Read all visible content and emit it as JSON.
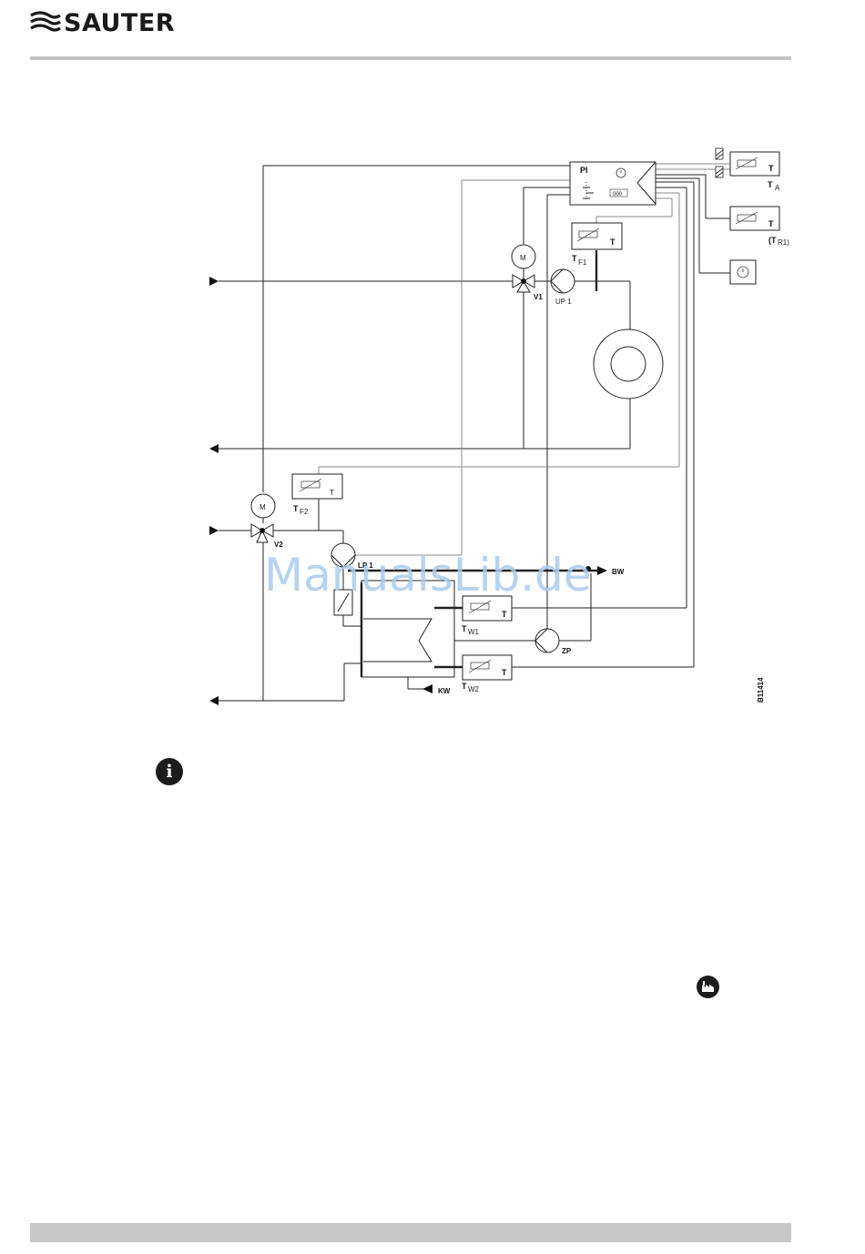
{
  "brand": {
    "name": "SAUTER",
    "logo_icon": "sauter-wave-logo-icon"
  },
  "watermark": "ManualsLib.de",
  "diagram": {
    "controller": {
      "label": "PI",
      "display": "000"
    },
    "valves": {
      "v1": "V1",
      "v2": "V2"
    },
    "motors": {
      "m1": "M",
      "m2": "M"
    },
    "pumps": {
      "up1": "UP 1",
      "lp1": "LP 1",
      "zp": "ZP"
    },
    "sensors": {
      "ta": {
        "letter": "T",
        "name": "T",
        "sub": "A"
      },
      "tr1": {
        "letter": "T",
        "name": "(T",
        "sub": "R1)"
      },
      "tf1": {
        "letter": "T",
        "name": "T",
        "sub": "F1"
      },
      "tf2": {
        "letter": "T",
        "name": "T",
        "sub": "F2"
      },
      "tw1": {
        "letter": "T",
        "name": "T",
        "sub": "W1"
      },
      "tw2": {
        "letter": "T",
        "name": "T",
        "sub": "W2"
      }
    },
    "flows": {
      "bw": "BW",
      "kw": "KW"
    },
    "figure_code": "B11414"
  },
  "icons": {
    "info": "info-icon",
    "info_glyph": "i",
    "factory": "factory-icon"
  }
}
